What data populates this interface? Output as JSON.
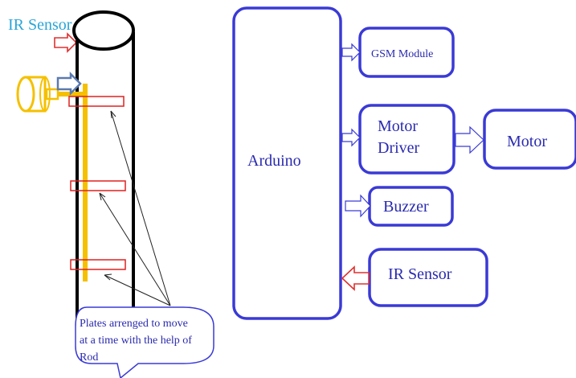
{
  "colors": {
    "block_outline": "#3a3ad6",
    "text_blue": "#2a2ab0",
    "ir_label": "#2aa5d8",
    "red_arrow": "#e03030",
    "rod_yellow": "#f5c000",
    "tube_black": "#000000",
    "plate_red": "#e02020",
    "callout_outline": "#3a3ad6"
  },
  "left_assembly": {
    "ir_sensor_label": "IR Sensor",
    "callout_text_lines": [
      "Plates arrenged to move",
      "at a time with the help of",
      "Rod"
    ]
  },
  "blocks": {
    "arduino": "Arduino",
    "gsm": "GSM Module",
    "motor_driver_lines": [
      "Motor",
      "Driver"
    ],
    "motor": "Motor",
    "buzzer": "Buzzer",
    "ir_sensor": "IR Sensor"
  },
  "icons": [
    "motor-icon",
    "ir-arrow-icon",
    "block-arrow-icon"
  ]
}
